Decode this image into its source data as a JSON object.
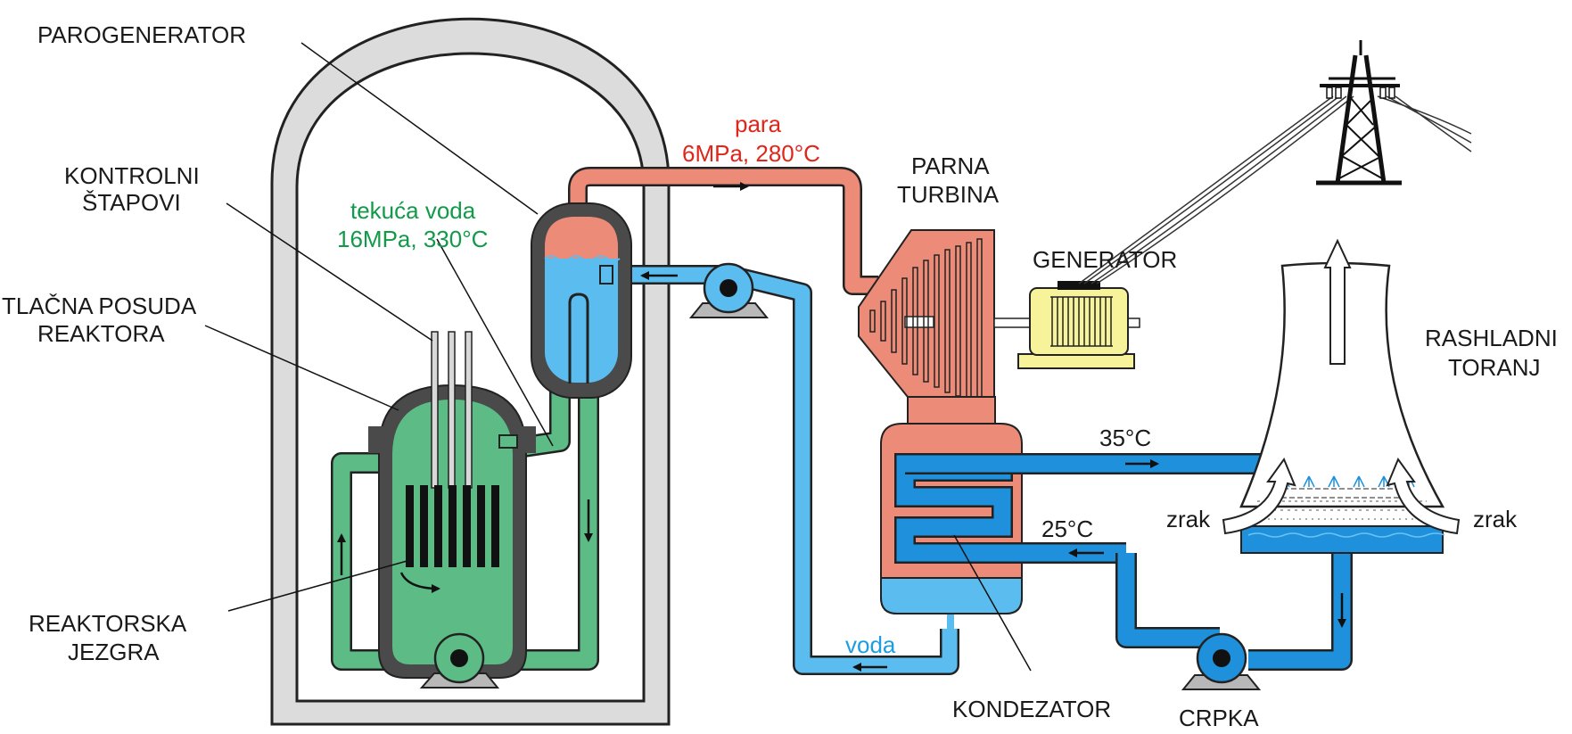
{
  "labels": {
    "parogenerator": "PAROGENERATOR",
    "kontrolni_1": "KONTROLNI",
    "kontrolni_2": "ŠTAPOVI",
    "tlacna_1": "TLAČNA POSUDA",
    "tlacna_2": "REAKTORA",
    "reaktorska_1": "REAKTORSKA",
    "reaktorska_2": "JEZGRA",
    "tekuca_1": "tekuća voda",
    "tekuca_2": "16MPa, 330°C",
    "para_1": "para",
    "para_2": "6MPa, 280°C",
    "parna_1": "PARNA",
    "parna_2": "TURBINA",
    "generator": "GENERATOR",
    "rashladni_1": "RASHLADNI",
    "rashladni_2": "TORANJ",
    "temp_hot": "35°C",
    "temp_cold": "25°C",
    "zrak_left": "zrak",
    "zrak_right": "zrak",
    "voda": "voda",
    "kondezator": "KONDEZATOR",
    "crpka": "CRPKA"
  },
  "colors": {
    "steam": "#ec8b77",
    "primary_water": "#5dbb86",
    "feed_water": "#5bbcef",
    "cooling_water": "#1f90db",
    "generator": "#f6f39a",
    "containment": "#dcdcdc",
    "vessel": "#4a4a4a"
  }
}
